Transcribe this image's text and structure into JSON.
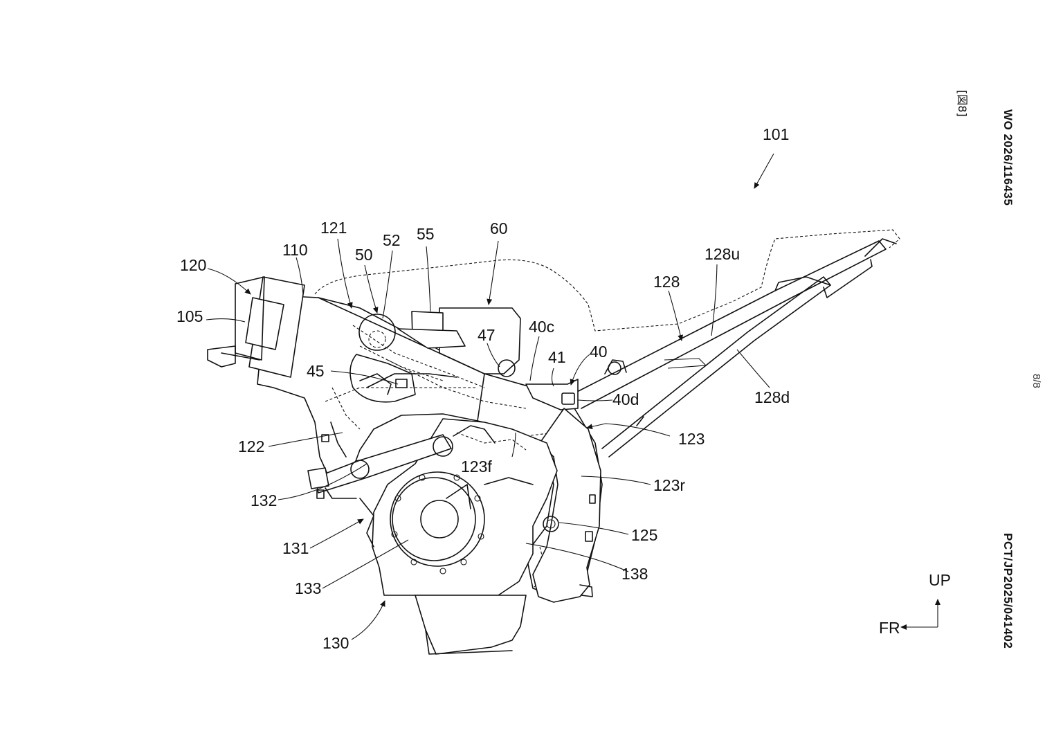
{
  "header": {
    "publication_number": "WO 2026/116435",
    "application_number": "PCT/JP2025/041402",
    "figure_label": "[図8]",
    "page_number": "8/8"
  },
  "direction": {
    "up": "UP",
    "front": "FR"
  },
  "reference_numerals": {
    "r101": "101",
    "r120": "120",
    "r110": "110",
    "r121": "121",
    "r50": "50",
    "r52": "52",
    "r55": "55",
    "r60": "60",
    "r105": "105",
    "r47": "47",
    "r40c": "40c",
    "r41": "41",
    "r40": "40",
    "r45": "45",
    "r40d": "40d",
    "r128": "128",
    "r128u": "128u",
    "r128d": "128d",
    "r123": "123",
    "r122": "122",
    "r123f": "123f",
    "r123r": "123r",
    "r132": "132",
    "r125": "125",
    "r131": "131",
    "r133": "133",
    "r138": "138",
    "r130": "130"
  }
}
